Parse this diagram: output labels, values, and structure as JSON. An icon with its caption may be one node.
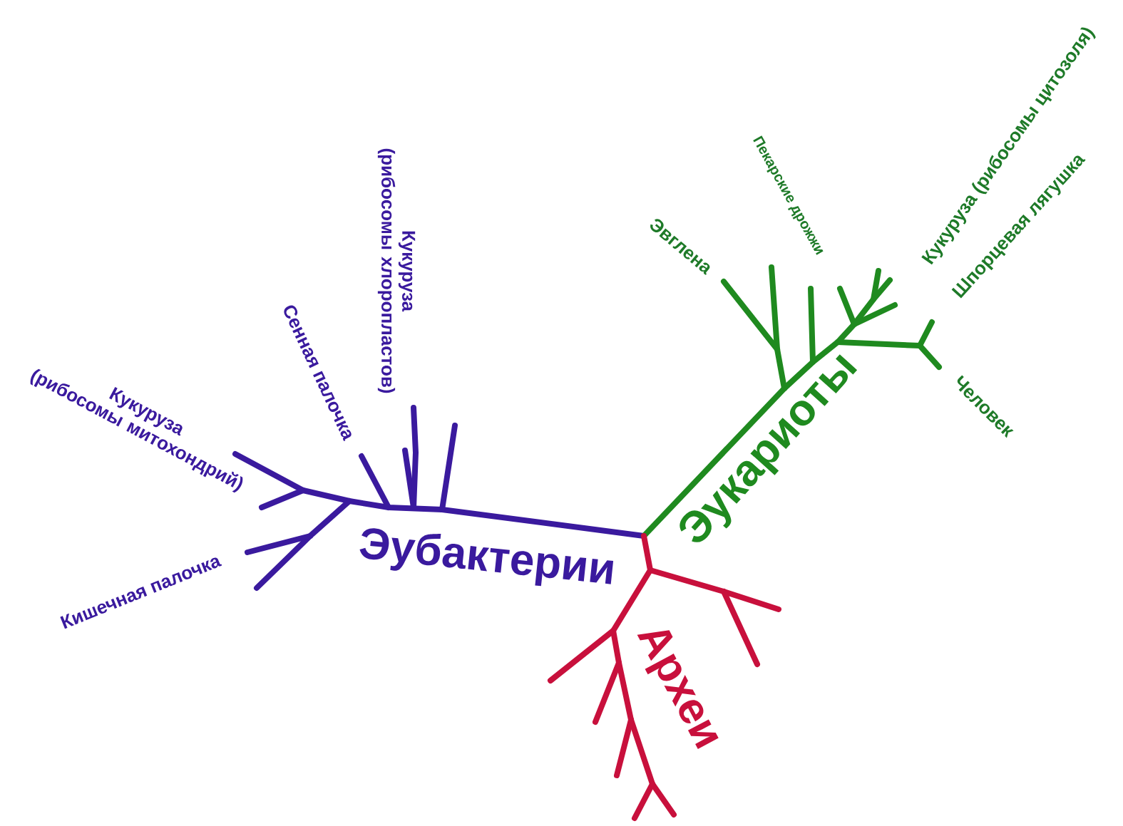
{
  "diagram": {
    "labels": [
      "Кукуруза (рибосомы цитозоля)",
      "Пекарские дрожжи",
      "Шпорцевая лягушка",
      "Эвглена",
      "Кукуруза (рибосомы хлоропластов)",
      "Сенная палочка",
      "Кукуруза (рибосомы митохондрий)",
      "Человек",
      "Эукариоты",
      "Кишечная палочка",
      "Эубактерии",
      "Археи"
    ]
  }
}
